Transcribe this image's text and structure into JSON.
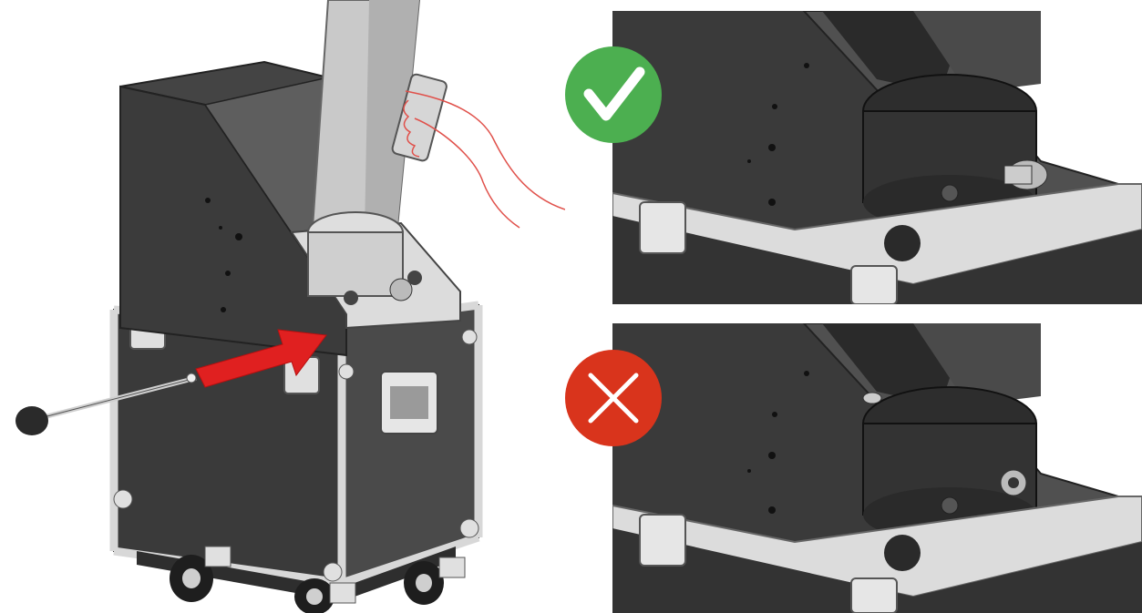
{
  "figure": {
    "panels": [
      {
        "id": "main",
        "description_icon": "assembly-step-icon"
      },
      {
        "id": "correct",
        "status": "correct",
        "icon": "checkmark-icon"
      },
      {
        "id": "wrong",
        "status": "incorrect",
        "icon": "cross-icon"
      }
    ]
  },
  "colors": {
    "background": "#ffffff",
    "panel_dark": "#3a3a3a",
    "panel_mid": "#555555",
    "metal": "#c8c8c8",
    "arrow": "#e02020",
    "correct_badge": "#4caf50",
    "wrong_badge": "#d9341c",
    "hand_outline": "#e0504a"
  }
}
